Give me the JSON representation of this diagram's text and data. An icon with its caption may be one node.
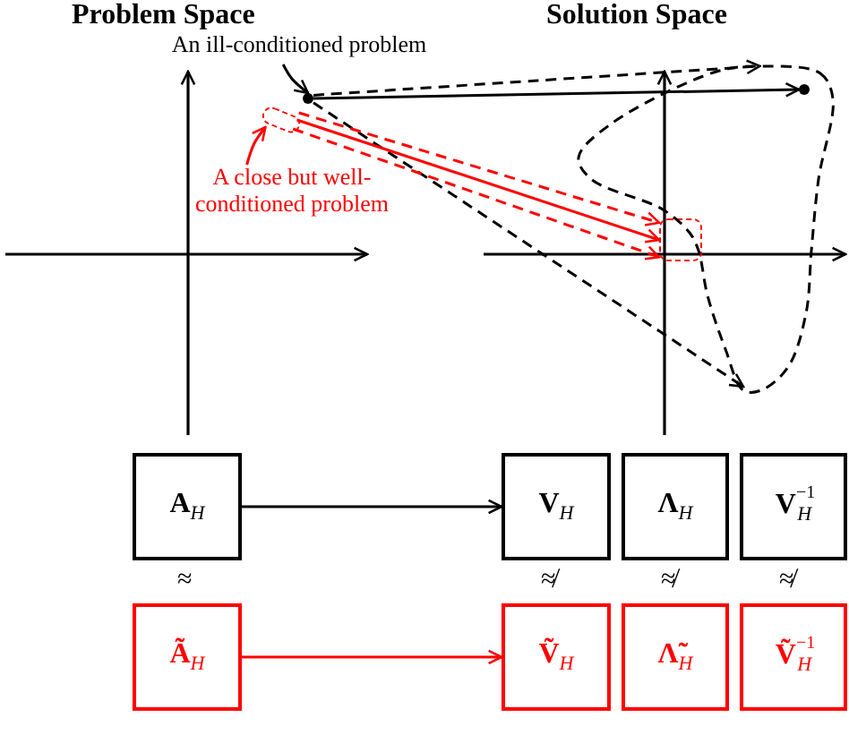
{
  "diagram": {
    "nodes": [
      {
        "text": [
          "An ill-conditioned problem"
        ]
      },
      {
        "text": [],
        "shape": "circle"
      },
      {
        "text": [
          "A close but well-conditioned problem"
        ]
      },
      {
        "text": [],
        "shape": "box"
      },
      {
        "text": [],
        "shape": "circle",
        "in": 6
      },
      {
        "text": [],
        "shape": "box"
      },
      {
        "text": [],
        "shape": "cloud"
      },
      {
        "text": [
          "**A**$_{H}$"
        ]
      },
      {
        "text": [
          "**V**$_{H}$"
        ]
      },
      {
        "text": [
          "**Λ**$_{H}$"
        ]
      },
      {
        "text": [
          "**V**$^{−1}$$_{H}$"
        ]
      },
      {
        "text": [
          "**Ã**$_{H}$"
        ]
      },
      {
        "text": [
          "**Ṽ**$_{H}$"
        ]
      },
      {
        "text": [
          "**Λ̃**$_{H}$"
        ]
      },
      {
        "text": [
          "**Ṽ**$^{−1}$$_{H}$"
        ]
      }
    ],
    "edges": [
      {
        "from": 0,
        "to": 1,
        "arrow": "to"
      },
      {
        "from": 2,
        "to": 3,
        "arrow": "to",
        "color": "#ff0000"
      },
      {
        "from": 1,
        "to": 4,
        "arrow": "to"
      },
      {
        "from": 1,
        "to": 6,
        "arrow": "to",
        "style": "dashed"
      },
      {
        "from": 1,
        "to": 6,
        "arrow": "to",
        "style": "dashed"
      },
      {
        "from": 3,
        "to": 5,
        "arrow": "to",
        "color": "#ff0000"
      },
      {
        "from": 3,
        "to": 5,
        "arrow": "to",
        "style": "dashed",
        "color": "#ff0000"
      },
      {
        "from": 3,
        "to": 5,
        "arrow": "to",
        "style": "dashed",
        "color": "#ff0000"
      },
      {
        "from": 7,
        "to": 8,
        "arrow": "to"
      },
      {
        "from": 11,
        "to": 12,
        "arrow": "to",
        "color": "#ff0000"
      }
    ],
    "labels": [
      "Problem Space",
      "Solution Space",
      "≈",
      "≉",
      "≉",
      "≉"
    ]
  }
}
